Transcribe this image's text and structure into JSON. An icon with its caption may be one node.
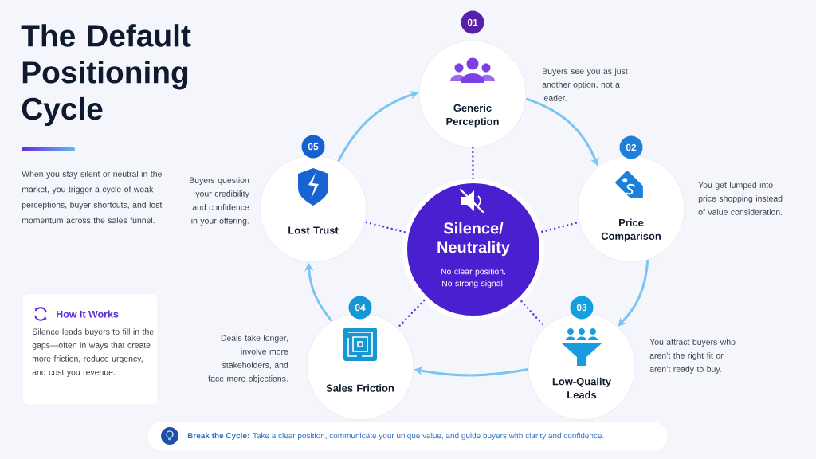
{
  "diagram": {
    "title": "The Default Positioning Cycle",
    "nodes": [
      {
        "text": [
          "Silence/ Neutrality",
          "No clear position. No strong signal."
        ]
      },
      {
        "text": [
          "01",
          "Generic Perception"
        ],
        "beside": [
          "Buyers see you as just another option, not a leader."
        ]
      },
      {
        "text": [
          "02",
          "Price Comparison"
        ],
        "beside": [
          "You get lumped into price shopping instead of value consideration."
        ]
      },
      {
        "text": [
          "03",
          "Low-Quality Leads"
        ],
        "beside": [
          "You attract buyers who aren’t the right fit or aren’t ready to buy."
        ]
      },
      {
        "text": [
          "04",
          "Sales Friction"
        ],
        "beside": [
          "Deals take longer, involve more stakeholders, and face more objections."
        ]
      },
      {
        "text": [
          "05",
          "Lost Trust"
        ],
        "beside": [
          "Buyers question your credibility and confidence in your offering."
        ]
      },
      {
        "text": [
          "How It Works",
          "Silence leads buyers to fill in the gaps—often in ways that create more friction, reduce urgency, and cost you revenue."
        ]
      },
      {
        "text": [
          "**Break the Cycle:** Take a clear position, communicate your unique value, and guide buyers with clarity and confidence."
        ]
      }
    ],
    "edges": [
      {
        "from": 1,
        "to": 2,
        "arrow": "to",
        "color": "#7cc4f2"
      },
      {
        "from": 2,
        "to": 3,
        "arrow": "to",
        "color": "#7cc4f2"
      },
      {
        "from": 3,
        "to": 4,
        "arrow": "to",
        "color": "#7cc4f2"
      },
      {
        "from": 4,
        "to": 5,
        "arrow": "to",
        "color": "#7cc4f2"
      },
      {
        "from": 5,
        "to": 1,
        "arrow": "to",
        "color": "#7cc4f2"
      },
      {
        "from": 0,
        "to": 1,
        "arrow": "none",
        "style": "dashed",
        "color": "#5b2bd6"
      },
      {
        "from": 0,
        "to": 2,
        "arrow": "none",
        "style": "dashed",
        "color": "#5b2bd6"
      },
      {
        "from": 0,
        "to": 3,
        "arrow": "none",
        "style": "dashed",
        "color": "#5b2bd6"
      },
      {
        "from": 0,
        "to": 4,
        "arrow": "none",
        "style": "dashed",
        "color": "#5b2bd6"
      },
      {
        "from": 0,
        "to": 5,
        "arrow": "none",
        "style": "dashed",
        "color": "#5b2bd6"
      }
    ],
    "labels": [
      "When you stay silent or neutral in the market, you trigger a cycle of weak perceptions, buyer shortcuts, and lost momentum across the sales funnel."
    ]
  }
}
